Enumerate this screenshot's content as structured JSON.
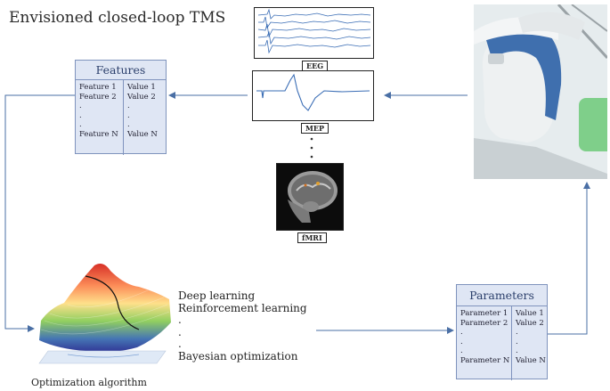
{
  "title": "Envisioned closed-loop TMS",
  "features": {
    "header": "Features",
    "names": [
      "Feature 1",
      "Feature 2",
      ".",
      ".",
      ".",
      "Feature N"
    ],
    "values": [
      "Value 1",
      "Value 2",
      ".",
      ".",
      ".",
      "Value N"
    ]
  },
  "parameters": {
    "header": "Parameters",
    "names": [
      "Parameter 1",
      "Parameter 2",
      ".",
      ".",
      ".",
      "Parameter N"
    ],
    "values": [
      "Value 1",
      "Value 2",
      ".",
      ".",
      ".",
      "Value N"
    ]
  },
  "signals": {
    "eeg_label": "EEG",
    "mep_label": "MEP",
    "fmri_label": "fMRI"
  },
  "optimization": {
    "methods": [
      "Deep learning",
      "Reinforcement learning",
      ".",
      ".",
      ".",
      "Bayesian optimization"
    ],
    "label": "Optimization algorithm"
  },
  "colors": {
    "table_fill": "#dfe6f4",
    "table_border": "#7f93bd",
    "arrow": "#4a6fa5",
    "signal_trace": "#3a6db5"
  }
}
